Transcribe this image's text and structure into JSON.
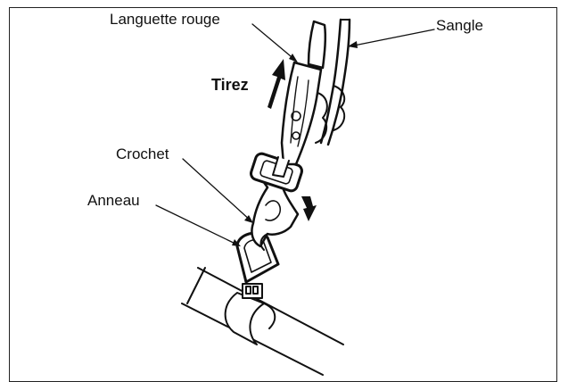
{
  "labels": {
    "languette": "Languette rouge",
    "sangle": "Sangle",
    "tirez": "Tirez",
    "crochet": "Crochet",
    "anneau": "Anneau"
  },
  "colors": {
    "ink": "#111111",
    "background": "#ffffff"
  }
}
